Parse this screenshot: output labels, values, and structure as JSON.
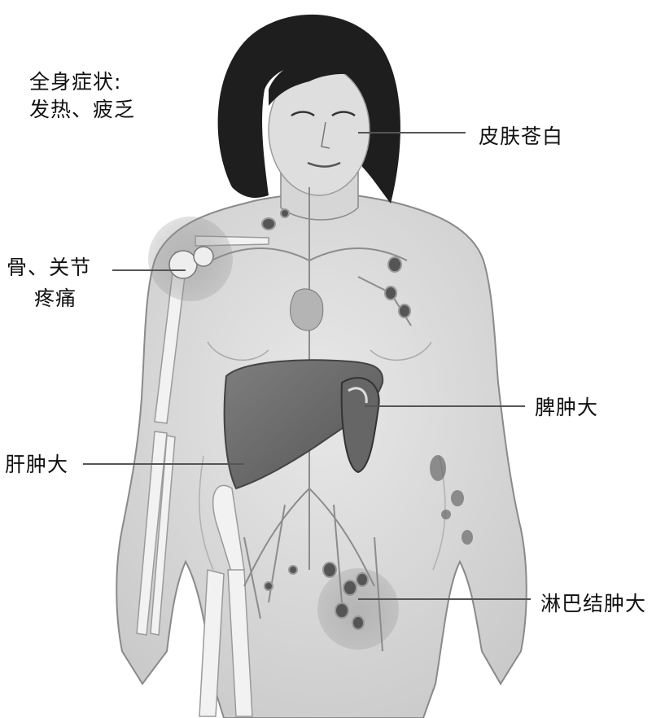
{
  "labels": {
    "systemic_title": "全身症状:",
    "systemic_items": "发热、疲乏",
    "bone_line1": "骨、关节",
    "bone_line2": "疼痛",
    "skin": "皮肤苍白",
    "spleen": "脾肿大",
    "liver": "肝肿大",
    "lymph": "淋巴结肿大"
  },
  "colors": {
    "skin": "#d9d9d9",
    "organ": "#6f6f6f",
    "hair": "#1e1e1e",
    "leader_line": "#555555"
  }
}
